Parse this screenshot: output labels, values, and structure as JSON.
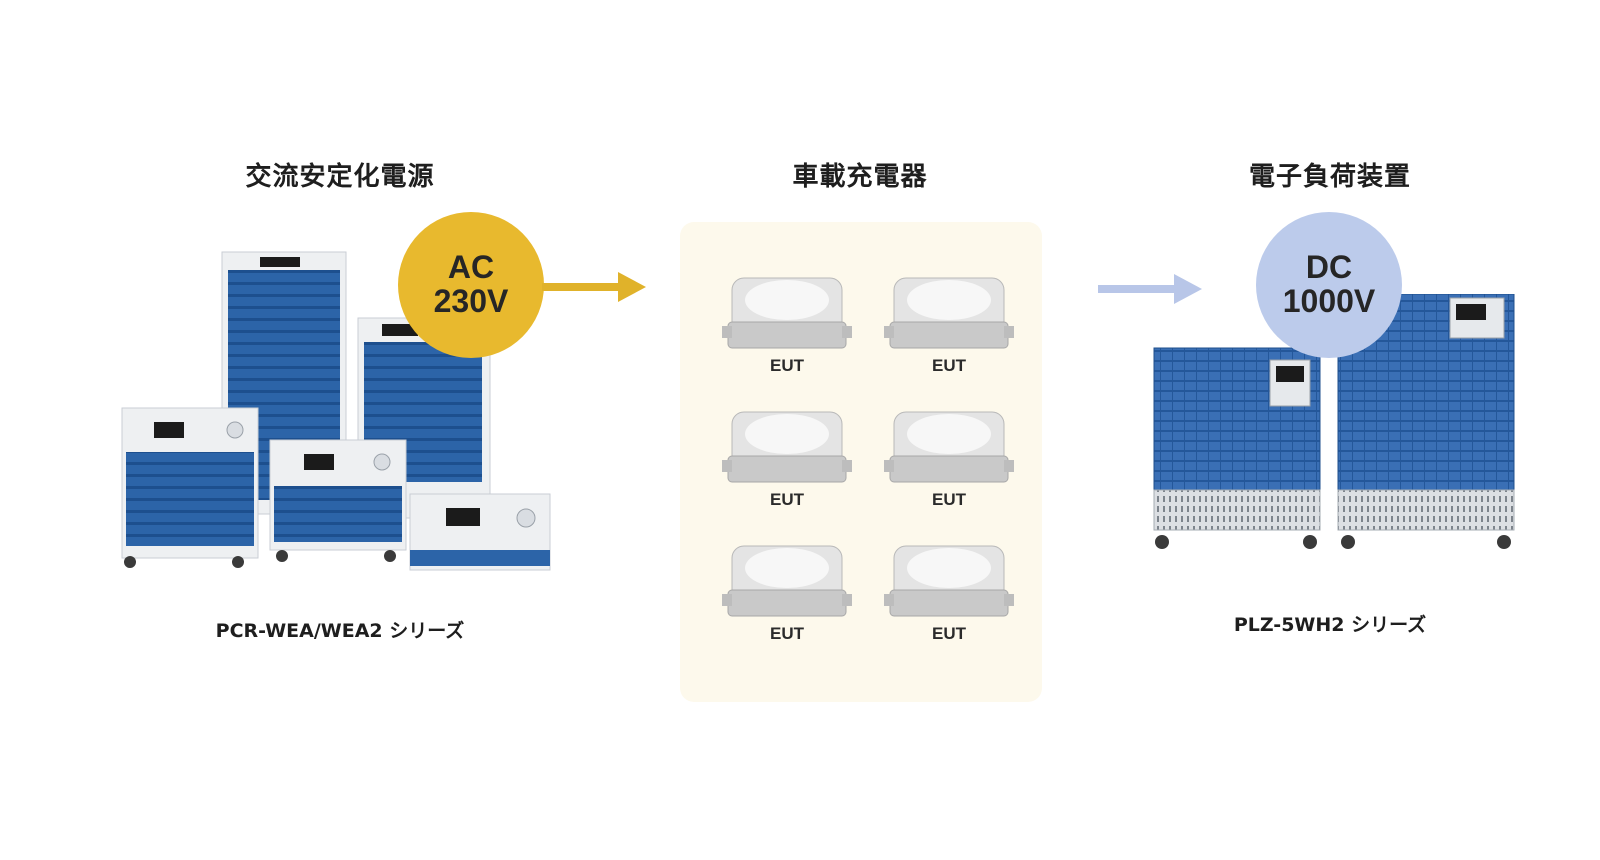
{
  "sections": {
    "left": {
      "title": "交流安定化電源",
      "caption": "PCR-WEA/WEA2 シリーズ"
    },
    "center": {
      "title": "車載充電器"
    },
    "right": {
      "title": "電子負荷装置",
      "caption": "PLZ-5WH2 シリーズ"
    }
  },
  "ac_bubble": {
    "line1": "AC",
    "line2": "230V",
    "color": "#e8b92e"
  },
  "dc_bubble": {
    "line1": "DC",
    "line2": "1000V",
    "color": "#bccbeb"
  },
  "ac_arrow_color": "#e0b22a",
  "dc_arrow_color": "#b8c6e8",
  "eut_units": [
    {
      "label": "EUT"
    },
    {
      "label": "EUT"
    },
    {
      "label": "EUT"
    },
    {
      "label": "EUT"
    },
    {
      "label": "EUT"
    },
    {
      "label": "EUT"
    }
  ],
  "colors": {
    "panel_blue": "#2c64a8",
    "panel_bg": "#fdf9ec"
  }
}
